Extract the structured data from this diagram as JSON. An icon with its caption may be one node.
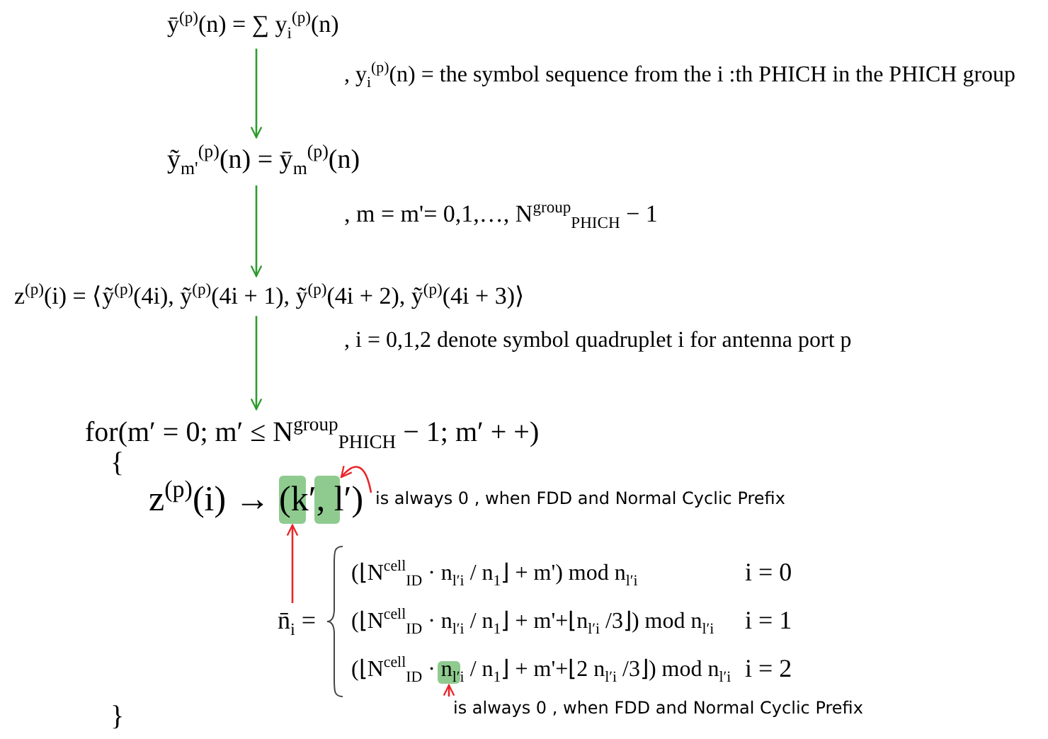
{
  "diagram": {
    "nodes": [
      {
        "text": [
          "ȳ$^{(p)}$(n) = ∑ y$_{i}$$^{(p)}$(n)"
        ]
      },
      {
        "text": [
          "ỹ$_{m'}$$^{(p)}$(n) = ȳ$_{m}$$^{(p)}$(n)"
        ]
      },
      {
        "text": [
          "z$^{(p)}$(i) = ⟨ỹ$^{(p)}$(4i), ỹ$^{(p)}$(4i + 1), ỹ$^{(p)}$(4i + 2), ỹ$^{(p)}$(4i + 3)⟩"
        ]
      },
      {
        "text": [
          "for(m′ = 0; m′ ≤ N$^{group}$$_{PHICH}$ − 1; m′ + +)"
        ]
      },
      {
        "text": [
          "z$^{(p)}$(i) → (k′, l′)"
        ]
      },
      {
        "text": [],
        "shape": "box"
      },
      {
        "text": [],
        "shape": "box"
      },
      {
        "text": [
          "is always 0 , when FDD and Normal Cyclic Prefix"
        ]
      },
      {
        "text": [
          "n̄$_{i}$ =",
          "(⌊N$^{cell}$$_{ID}$ · n$_{l′i}$ / n$_{1}$⌋ + m') mod n$_{l′i}$",
          "i = 0",
          "(⌊N$^{cell}$$_{ID}$ · n$_{l′i}$ / n$_{1}$⌋ + m'+⌊n$_{l′i}$ /3⌋) mod n$_{l′i}$",
          "i = 1",
          "(⌊N$^{cell}$$_{ID}$ · n$_{l′i}$ / n$_{1}$⌋ + m'+⌊2 n$_{l′i}$ /3⌋) mod n$_{l′i}$",
          "i = 2"
        ]
      },
      {
        "text": [],
        "shape": "box",
        "in": 8
      },
      {
        "text": [
          "is always 0 , when FDD and Normal Cyclic Prefix"
        ]
      }
    ],
    "edges": [
      {
        "from": 0,
        "to": 1,
        "arrow": "to",
        "color": "#2e9a2e"
      },
      {
        "from": 1,
        "to": 2,
        "arrow": "to",
        "color": "#2e9a2e"
      },
      {
        "from": 2,
        "to": 3,
        "arrow": "to",
        "color": "#2e9a2e"
      },
      {
        "from": 8,
        "to": 5,
        "arrow": "to",
        "color": "#e8262a"
      },
      {
        "from": 7,
        "to": 6,
        "arrow": "to",
        "color": "#e8262a"
      },
      {
        "from": 10,
        "to": 9,
        "arrow": "to",
        "color": "#e8262a"
      }
    ],
    "labels": [
      ", y$_{i}$$^{(p)}$(n) =  the symbol sequence from the i :th PHICH in the PHICH group",
      ", m = m'= 0,1,…, N$^{group}$$_{PHICH}$ − 1",
      ", i = 0,1,2  denote symbol quadruplet i  for antenna port p",
      "{",
      "}"
    ]
  }
}
